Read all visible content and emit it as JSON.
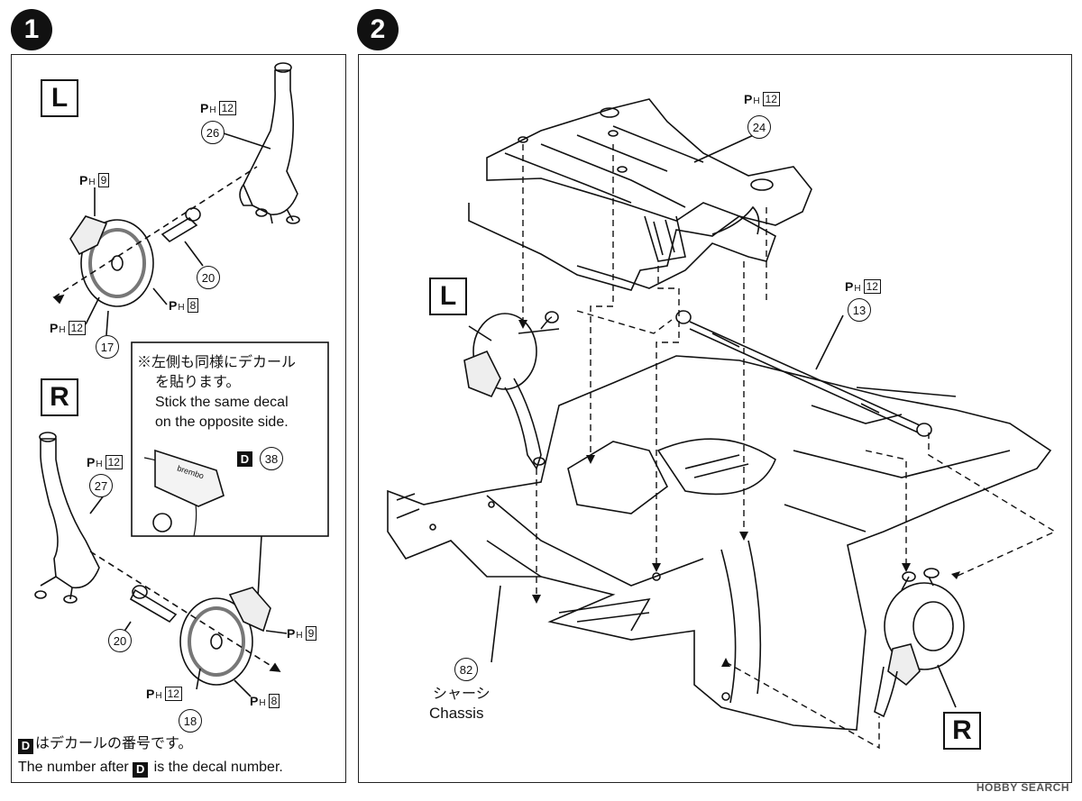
{
  "steps": [
    {
      "number": "1"
    },
    {
      "number": "2"
    }
  ],
  "side_labels": {
    "left": "L",
    "right": "R"
  },
  "paint": {
    "prefix": "P",
    "sub": "H"
  },
  "step1": {
    "left": {
      "paint_26": "12",
      "part_26": "26",
      "paint_9": "9",
      "paint_8": "8",
      "paint_12": "12",
      "part_20": "20",
      "part_17": "17"
    },
    "right": {
      "paint_27": "12",
      "part_27": "27",
      "paint_9": "9",
      "paint_8": "8",
      "paint_12": "12",
      "part_20": "20",
      "part_18": "18"
    },
    "callout": {
      "jp_line1": "※左側も同様にデカール",
      "jp_line2": "を貼ります。",
      "en_line1": "Stick the same decal",
      "en_line2": "on the opposite side.",
      "decal_letter": "D",
      "decal_number": "38",
      "caliper_text": "brembo"
    },
    "footnote": {
      "decal_letter": "D",
      "jp": "はデカールの番号です。",
      "en_before": "The number after",
      "en_after": "is the decal number."
    }
  },
  "step2": {
    "paint_24": "12",
    "part_24": "24",
    "paint_13": "12",
    "part_13": "13",
    "part_82": "82",
    "chassis_jp": "シャーシ",
    "chassis_en": "Chassis"
  },
  "watermark": "HOBBY SEARCH"
}
